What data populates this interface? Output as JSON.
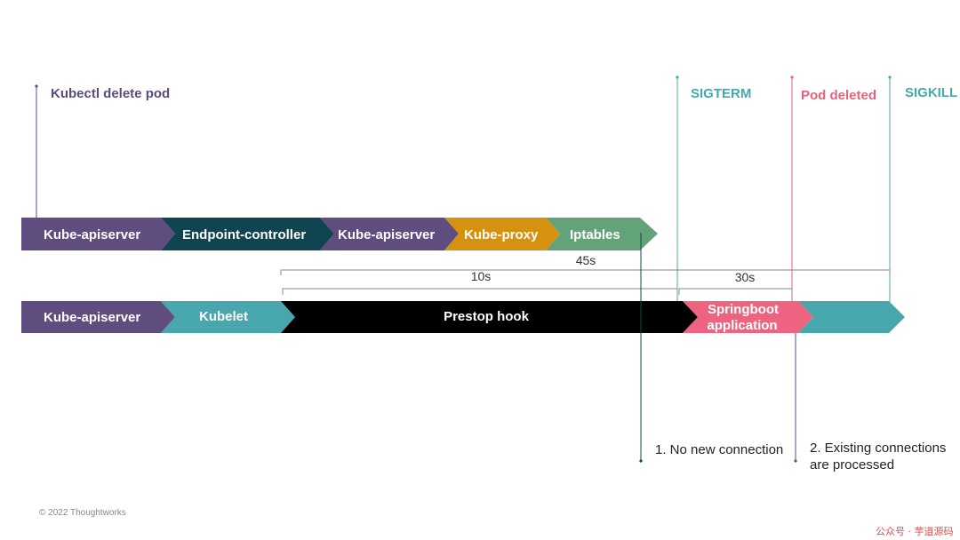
{
  "events": {
    "kubectl": {
      "label": "Kubectl delete pod",
      "color": "#5b4a7c"
    },
    "sigterm": {
      "label": "SIGTERM",
      "color": "#45a8ad"
    },
    "pod_deleted": {
      "label": "Pod deleted",
      "color": "#e8617d"
    },
    "sigkill": {
      "label": "SIGKILL",
      "color": "#45a8ad"
    }
  },
  "row1": [
    {
      "label": "Kube-apiserver",
      "color": "#5e4d7e"
    },
    {
      "label": "Endpoint-controller",
      "color": "#0f4450"
    },
    {
      "label": "Kube-apiserver",
      "color": "#5e4d7e"
    },
    {
      "label": "Kube-proxy",
      "color": "#d6910e"
    },
    {
      "label": "Iptables",
      "color": "#63a37a"
    }
  ],
  "row2": [
    {
      "label": "Kube-apiserver",
      "color": "#5e4d7e"
    },
    {
      "label": "Kubelet",
      "color": "#48a7ad"
    },
    {
      "label": "Prestop hook",
      "color": "#000000"
    },
    {
      "label_line1": "Springboot",
      "label_line2": "application",
      "color": "#ee6480"
    },
    {
      "label": "",
      "color": "#48a7ad"
    }
  ],
  "durations": {
    "total": "45s",
    "prestop": "10s",
    "grace": "30s"
  },
  "notes": {
    "note1": "1. No new connection",
    "note2_line1": "2. Existing connections",
    "note2_line2": "are processed"
  },
  "footer": {
    "copyright": "© 2022 Thoughtworks",
    "watermark": "公众号 · 芋道源码"
  }
}
